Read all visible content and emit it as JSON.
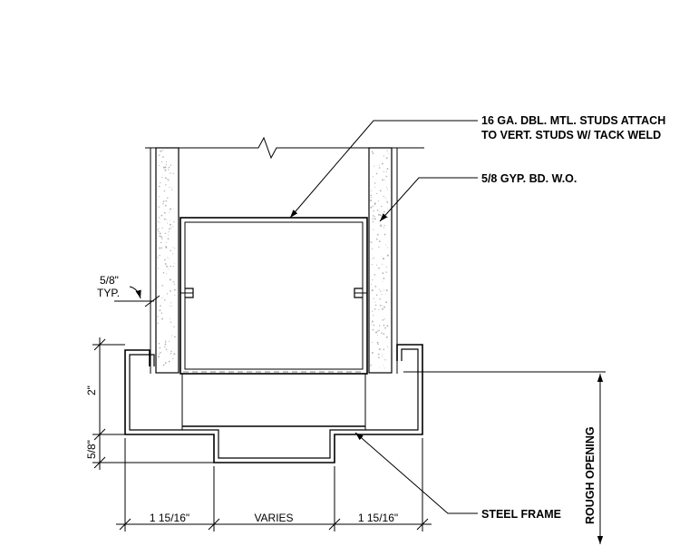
{
  "callouts": {
    "studs_line1": "16 GA. DBL. MTL. STUDS ATTACH",
    "studs_line2": "TO VERT. STUDS W/ TACK WELD",
    "gyp": "5/8 GYP. BD. W.O.",
    "frame": "STEEL FRAME",
    "rough_opening": "ROUGH OPENING"
  },
  "dimensions": {
    "typ_value": "5/8\"",
    "typ_suffix": "TYP.",
    "vertical_upper": "2\"",
    "vertical_lower": "5/8\"",
    "bottom_left": "1 15/16\"",
    "bottom_middle": "VARIES",
    "bottom_right": "1 15/16\""
  },
  "colors": {
    "line": "#000000",
    "hatch": "#b0b0b0",
    "hidden": "#888888",
    "background": "#ffffff"
  }
}
